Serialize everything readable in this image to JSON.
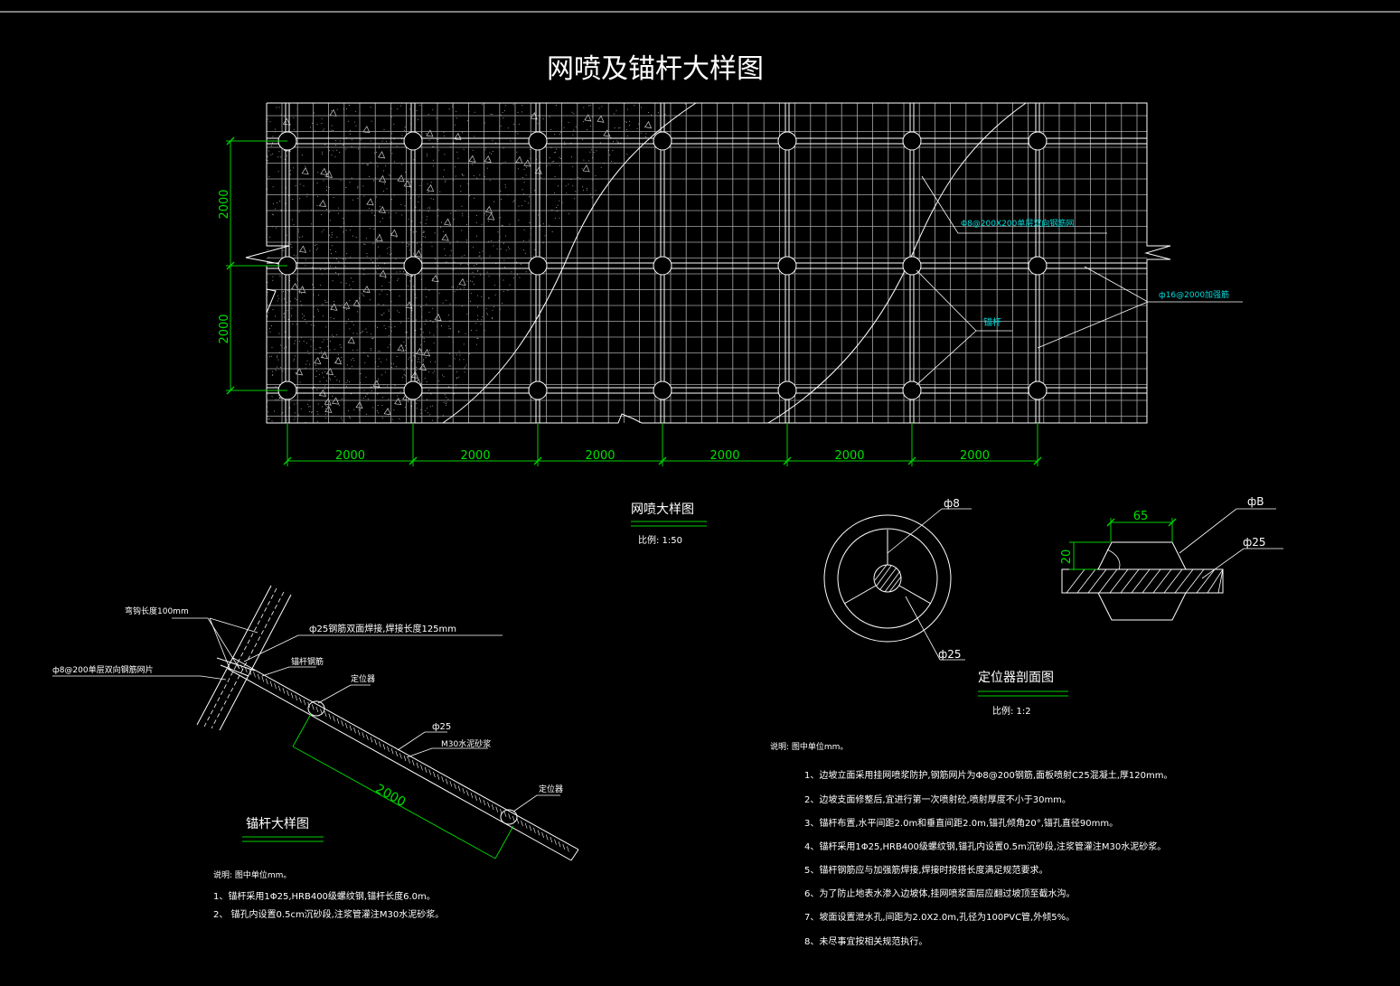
{
  "title": "网喷及锚杆大样图",
  "mesh_detail": {
    "label_mesh": "Φ8@200X200单层双向钢筋网",
    "label_bar": "ф16@2000加强筋",
    "label_anchor": "锚杆",
    "dim_vertical": [
      "2000",
      "2000"
    ],
    "dim_horizontal": [
      "2000",
      "2000",
      "2000",
      "2000",
      "2000",
      "2000"
    ],
    "caption": "网喷大样图",
    "scale": "比例: 1:50"
  },
  "centralizer": {
    "label_phi8_a": "ф8",
    "label_phi25_a": "ф25",
    "label_phi8_b": "фB",
    "label_phi25_b": "ф25",
    "dim_width": "65",
    "dim_height": "20",
    "caption": "定位器剖面图",
    "scale": "比例: 1:2"
  },
  "anchor_detail": {
    "label_bend": "弯钩长度100mm",
    "label_weld": "ф25钢筋双面焊接,焊接长度125mm",
    "label_mesh": "ф8@200单层双向钢筋网片",
    "label_rod": "锚杆钢筋",
    "label_centralizer1": "定位器",
    "label_phi25": "ф25",
    "label_mortar": "M30水泥砂浆",
    "label_centralizer2": "定位器",
    "dim_spacing": "2000",
    "caption": "锚杆大样图",
    "notes_title": "说明: 图中单位mm。",
    "notes": [
      "1、锚杆采用1Φ25,HRB400级螺纹钢,锚杆长度6.0m。",
      "2、  锚孔内设置0.5cm沉砂段,注浆管灌注M30水泥砂浆。"
    ]
  },
  "general_notes": {
    "title": "说明: 图中单位mm。",
    "items": [
      "1、边坡立面采用挂网喷浆防护,钢筋网片为Φ8@200钢筋,面板喷射C25混凝土,厚120mm。",
      "2、边坡支面修整后,宜进行第一次喷射砼,喷射厚度不小于30mm。",
      "3、锚杆布置,水平间距2.0m和垂直间距2.0m,锚孔倾角20°,锚孔直径90mm。",
      "4、锚杆采用1Φ25,HRB400级螺纹钢,锚孔内设置0.5m沉砂段,注浆管灌注M30水泥砂浆。",
      "5、锚杆钢筋应与加强筋焊接,焊接时按搭长度满足规范要求。",
      "6、为了防止地表水渗入边坡体,挂网喷浆面层应翻过坡顶至截水沟。",
      "7、坡面设置泄水孔,间距为2.0X2.0m,孔径为100PVC管,外倾5%。",
      "8、未尽事宜按相关规范执行。"
    ]
  },
  "colors": {
    "background": "#000000",
    "lines": "#ffffff",
    "dimension": "#00d000",
    "annotation": "#00dddd"
  }
}
